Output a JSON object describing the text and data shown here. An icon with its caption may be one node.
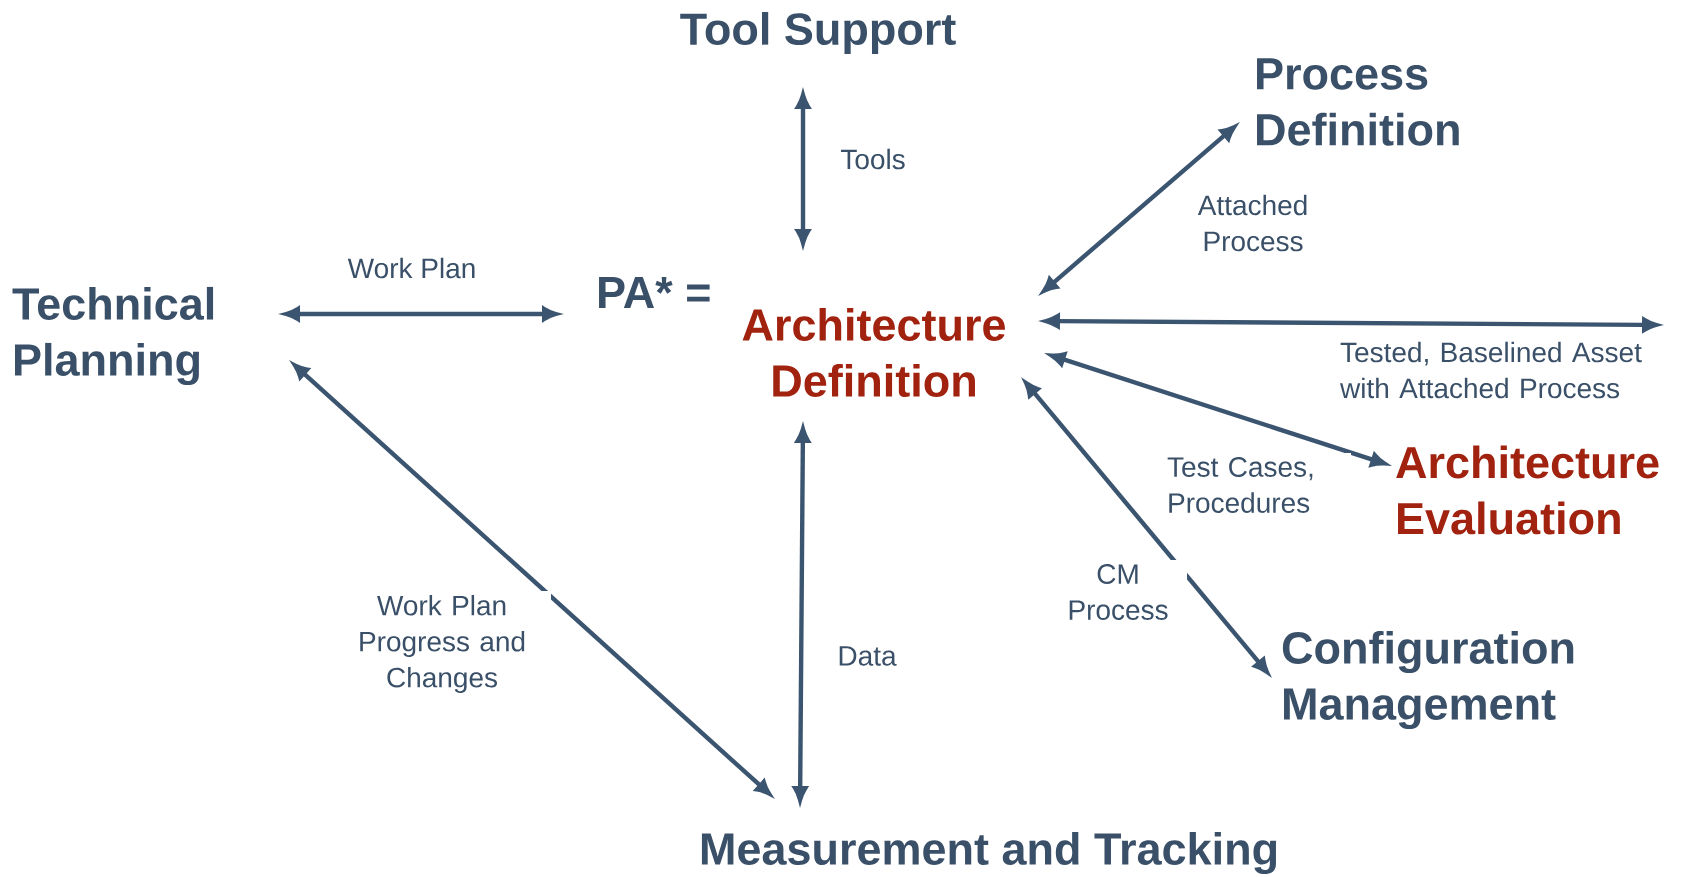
{
  "diagram": {
    "nodes": [
      {
        "text": [
          "Tool Support"
        ]
      },
      {
        "text": [
          "Process Definition"
        ]
      },
      {
        "text": [
          "Technical Planning"
        ]
      },
      {
        "text": [
          "PA* =",
          "Architecture Definition"
        ]
      },
      {
        "text": [
          "Architecture Evaluation"
        ]
      },
      {
        "text": [
          "Configuration Management"
        ]
      },
      {
        "text": [
          "Measurement and Tracking"
        ]
      }
    ],
    "edges": [
      {
        "from": 0,
        "to": 3,
        "arrow": "both",
        "label": "Tools"
      },
      {
        "from": 3,
        "to": 1,
        "arrow": "both",
        "label": "Attached Process"
      },
      {
        "from": 2,
        "to": 3,
        "arrow": "both",
        "label": "Work Plan"
      },
      {
        "from": 3,
        "to": null,
        "arrow": "both",
        "label": "Tested, Baselined Asset with Attached Process"
      },
      {
        "from": 3,
        "to": 4,
        "arrow": "both",
        "label": "Test Cases, Procedures"
      },
      {
        "from": 3,
        "to": 5,
        "arrow": "both",
        "label": "CM Process"
      },
      {
        "from": 3,
        "to": 6,
        "arrow": "both",
        "label": "Data"
      },
      {
        "from": 2,
        "to": 6,
        "arrow": "both",
        "label": "Work Plan Progress and Changes"
      }
    ]
  }
}
